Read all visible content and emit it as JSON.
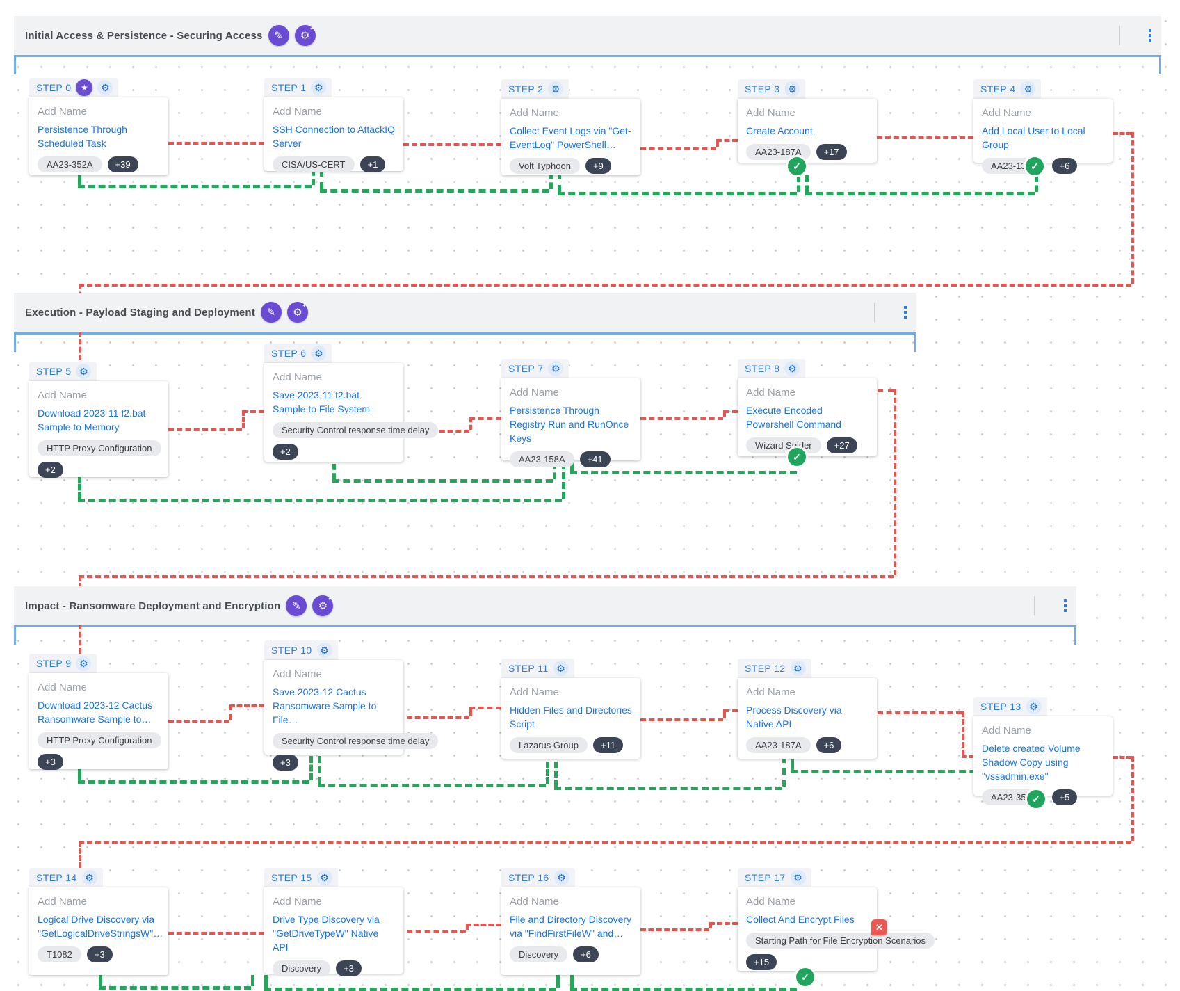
{
  "sections": [
    {
      "title": "Initial Access & Persistence - Securing Access"
    },
    {
      "title": "Execution - Payload Staging and Deployment"
    },
    {
      "title": "Impact - Ransomware Deployment and Encryption"
    }
  ],
  "steps": [
    {
      "label": "STEP 0",
      "placeholder": "Add Name",
      "scenario": "Persistence Through Scheduled Task",
      "tag": "AA23-352A",
      "count": "+39"
    },
    {
      "label": "STEP 1",
      "placeholder": "Add Name",
      "scenario": "SSH Connection to AttackIQ Server",
      "tag": "CISA/US-CERT",
      "count": "+1"
    },
    {
      "label": "STEP 2",
      "placeholder": "Add Name",
      "scenario": "Collect Event Logs via \"Get-EventLog\" PowerShell…",
      "tag": "Volt Typhoon",
      "count": "+9"
    },
    {
      "label": "STEP 3",
      "placeholder": "Add Name",
      "scenario": "Create Account",
      "tag": "AA23-187A",
      "count": "+17"
    },
    {
      "label": "STEP 4",
      "placeholder": "Add Name",
      "scenario": "Add Local User to Local Group",
      "tag": "AA23-136A",
      "count": "+6"
    },
    {
      "label": "STEP 5",
      "placeholder": "Add Name",
      "scenario": "Download 2023-11 f2.bat Sample to Memory",
      "tag": "HTTP Proxy Configuration",
      "count": "+2"
    },
    {
      "label": "STEP 6",
      "placeholder": "Add Name",
      "scenario": "Save 2023-11 f2.bat Sample to File System",
      "tag": "Security Control response time delay",
      "count": "+2"
    },
    {
      "label": "STEP 7",
      "placeholder": "Add Name",
      "scenario": "Persistence Through Registry Run and RunOnce Keys",
      "tag": "AA23-158A",
      "count": "+41"
    },
    {
      "label": "STEP 8",
      "placeholder": "Add Name",
      "scenario": "Execute Encoded Powershell Command",
      "tag": "Wizard Spider",
      "count": "+27"
    },
    {
      "label": "STEP 9",
      "placeholder": "Add Name",
      "scenario": "Download 2023-12 Cactus Ransomware Sample to…",
      "tag": "HTTP Proxy Configuration",
      "count": "+3"
    },
    {
      "label": "STEP 10",
      "placeholder": "Add Name",
      "scenario": "Save 2023-12 Cactus Ransomware Sample to File…",
      "tag": "Security Control response time delay",
      "count": "+3"
    },
    {
      "label": "STEP 11",
      "placeholder": "Add Name",
      "scenario": "Hidden Files and Directories Script",
      "tag": "Lazarus Group",
      "count": "+11"
    },
    {
      "label": "STEP 12",
      "placeholder": "Add Name",
      "scenario": "Process Discovery via Native API",
      "tag": "AA23-187A",
      "count": "+6"
    },
    {
      "label": "STEP 13",
      "placeholder": "Add Name",
      "scenario": "Delete created Volume Shadow Copy using \"vssadmin.exe\"",
      "tag": "AA23-352A",
      "count": "+5"
    },
    {
      "label": "STEP 14",
      "placeholder": "Add Name",
      "scenario": "Logical Drive Discovery via \"GetLogicalDriveStringsW\"…",
      "tag": "T1082",
      "count": "+3"
    },
    {
      "label": "STEP 15",
      "placeholder": "Add Name",
      "scenario": "Drive Type Discovery via \"GetDriveTypeW\" Native API",
      "tag": "Discovery",
      "count": "+3"
    },
    {
      "label": "STEP 16",
      "placeholder": "Add Name",
      "scenario": "File and Directory Discovery via \"FindFirstFileW\" and…",
      "tag": "Discovery",
      "count": "+6"
    },
    {
      "label": "STEP 17",
      "placeholder": "Add Name",
      "scenario": "Collect And Encrypt Files",
      "tag": "Starting Path for File Encryption Scenarios",
      "count": "+15"
    }
  ],
  "icons": {
    "edit": "✎",
    "magic_gear": "⚙",
    "spark": "✦",
    "gear": "⚙",
    "star": "★",
    "check": "✓",
    "error": "✕"
  },
  "colors": {
    "attack_path_red": "#e4564f",
    "success_path_green": "#26a65b",
    "link_blue": "#1a73e8",
    "step_label_blue": "#2b7ce0",
    "purple_action": "#6a4bd4",
    "check_badge_green": "#21a45d",
    "error_badge_red": "#ea5a52",
    "section_header_bg": "#f1f2f4",
    "bracket_blue": "#73abe9"
  }
}
